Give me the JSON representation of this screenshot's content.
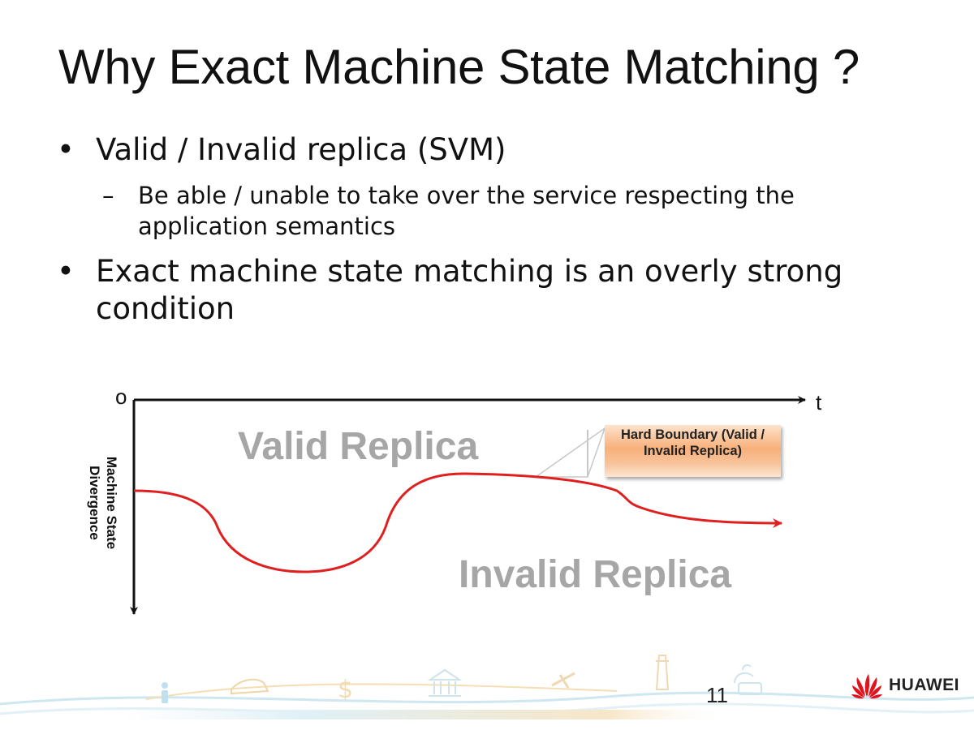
{
  "slide": {
    "title": "Why Exact Machine State Matching ?",
    "bullets": [
      {
        "text": "Valid / Invalid replica (SVM)",
        "sub": "Be able / unable to take over the service respecting the application semantics"
      },
      {
        "text": "Exact machine state matching is an overly strong condition"
      }
    ],
    "bullet_glyph": "•",
    "sub_glyph": "–",
    "page_number": "11",
    "brand": "HUAWEI"
  },
  "diagram": {
    "origin_label": "o",
    "x_axis_label": "t",
    "y_axis_label": "Machine State Divergence",
    "valid_region_label": "Valid Replica",
    "invalid_region_label": "Invalid Replica",
    "callout": "Hard Boundary (Valid / Invalid Replica)",
    "curve_color": "#e02020",
    "region_label_color": "#a6a6a6"
  },
  "icons": [
    "huawei-logo-icon",
    "person-icon",
    "car-icon",
    "dollar-icon",
    "bank-icon",
    "airplane-icon",
    "lighthouse-icon",
    "satellite-icon"
  ]
}
